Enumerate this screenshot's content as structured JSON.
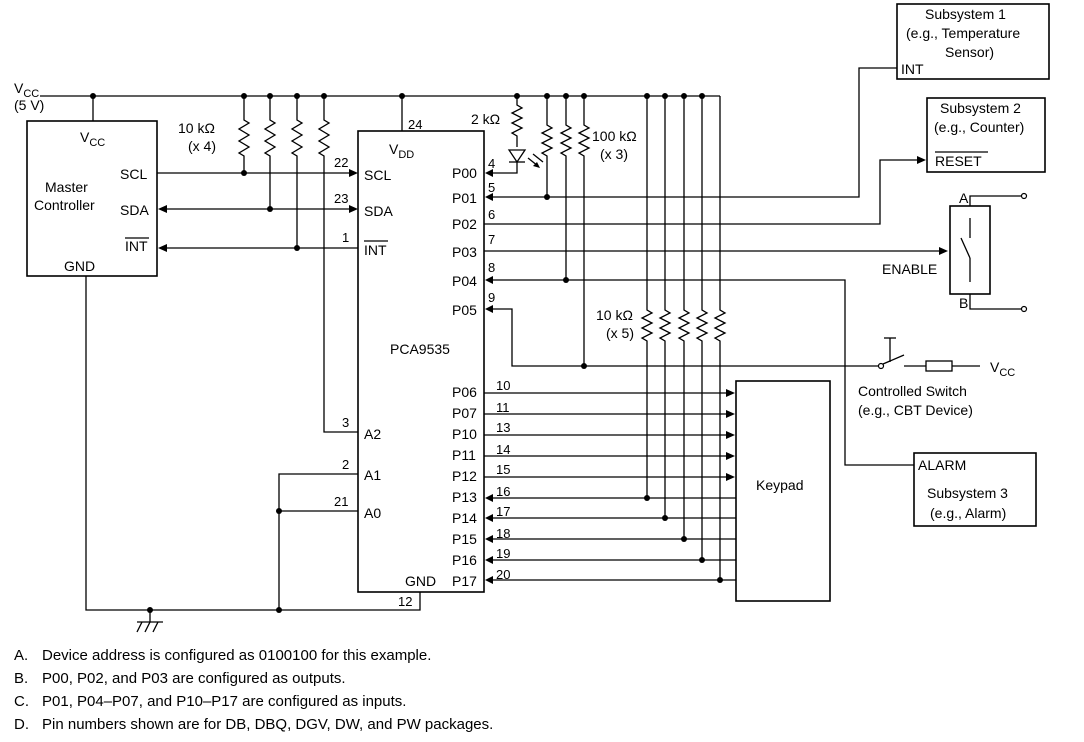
{
  "supply": {
    "v_prefix": "V",
    "v_sub": "CC",
    "volts": "(5 V)"
  },
  "master": {
    "name_line1": "Master",
    "name_line2": "Controller",
    "vcc": "V",
    "vcc_sub": "CC",
    "scl": "SCL",
    "sda": "SDA",
    "int": "INT",
    "gnd": "GND"
  },
  "pullups": {
    "value": "10 kΩ",
    "count": "(x 4)"
  },
  "chip": {
    "name": "PCA9535",
    "vdd": "V",
    "vdd_sub": "DD",
    "vdd_pin": "24",
    "gnd": "GND",
    "gnd_pin": "12",
    "left_pins": [
      {
        "num": "22",
        "label": "SCL"
      },
      {
        "num": "23",
        "label": "SDA"
      },
      {
        "num": "1",
        "label": "INT"
      },
      {
        "num": "3",
        "label": "A2"
      },
      {
        "num": "2",
        "label": "A1"
      },
      {
        "num": "21",
        "label": "A0"
      }
    ],
    "right_pins": [
      {
        "num": "4",
        "label": "P00"
      },
      {
        "num": "5",
        "label": "P01"
      },
      {
        "num": "6",
        "label": "P02"
      },
      {
        "num": "7",
        "label": "P03"
      },
      {
        "num": "8",
        "label": "P04"
      },
      {
        "num": "9",
        "label": "P05"
      },
      {
        "num": "10",
        "label": "P06"
      },
      {
        "num": "11",
        "label": "P07"
      },
      {
        "num": "13",
        "label": "P10"
      },
      {
        "num": "14",
        "label": "P11"
      },
      {
        "num": "15",
        "label": "P12"
      },
      {
        "num": "16",
        "label": "P13"
      },
      {
        "num": "17",
        "label": "P14"
      },
      {
        "num": "18",
        "label": "P15"
      },
      {
        "num": "19",
        "label": "P16"
      },
      {
        "num": "20",
        "label": "P17"
      }
    ]
  },
  "resistors": {
    "led": "2 kΩ",
    "hundred": "100 kΩ",
    "hundred_count": "(x 3)",
    "keypad": "10 kΩ",
    "keypad_count": "(x 5)"
  },
  "subsystem1": {
    "line1": "Subsystem 1",
    "line2": "(e.g., Temperature",
    "line3": "Sensor)",
    "pin": "INT"
  },
  "subsystem2": {
    "line1": "Subsystem 2",
    "line2": "(e.g., Counter)",
    "pin": "RESET"
  },
  "enable_switch": {
    "label": "ENABLE",
    "a": "A",
    "b": "B"
  },
  "controlled_switch": {
    "line1": "Controlled Switch",
    "line2": "(e.g., CBT Device)",
    "vcc": "V",
    "vcc_sub": "CC"
  },
  "keypad": {
    "label": "Keypad"
  },
  "subsystem3": {
    "pin": "ALARM",
    "line1": "Subsystem 3",
    "line2": "(e.g., Alarm)"
  },
  "notes": [
    {
      "key": "A.",
      "text": "Device address is configured as 0100100 for this example."
    },
    {
      "key": "B.",
      "text": "P00, P02, and P03 are configured as outputs."
    },
    {
      "key": "C.",
      "text": "P01, P04–P07, and P10–P17 are configured as inputs."
    },
    {
      "key": "D.",
      "text": "Pin numbers shown are for DB, DBQ, DGV, DW, and PW packages."
    }
  ]
}
